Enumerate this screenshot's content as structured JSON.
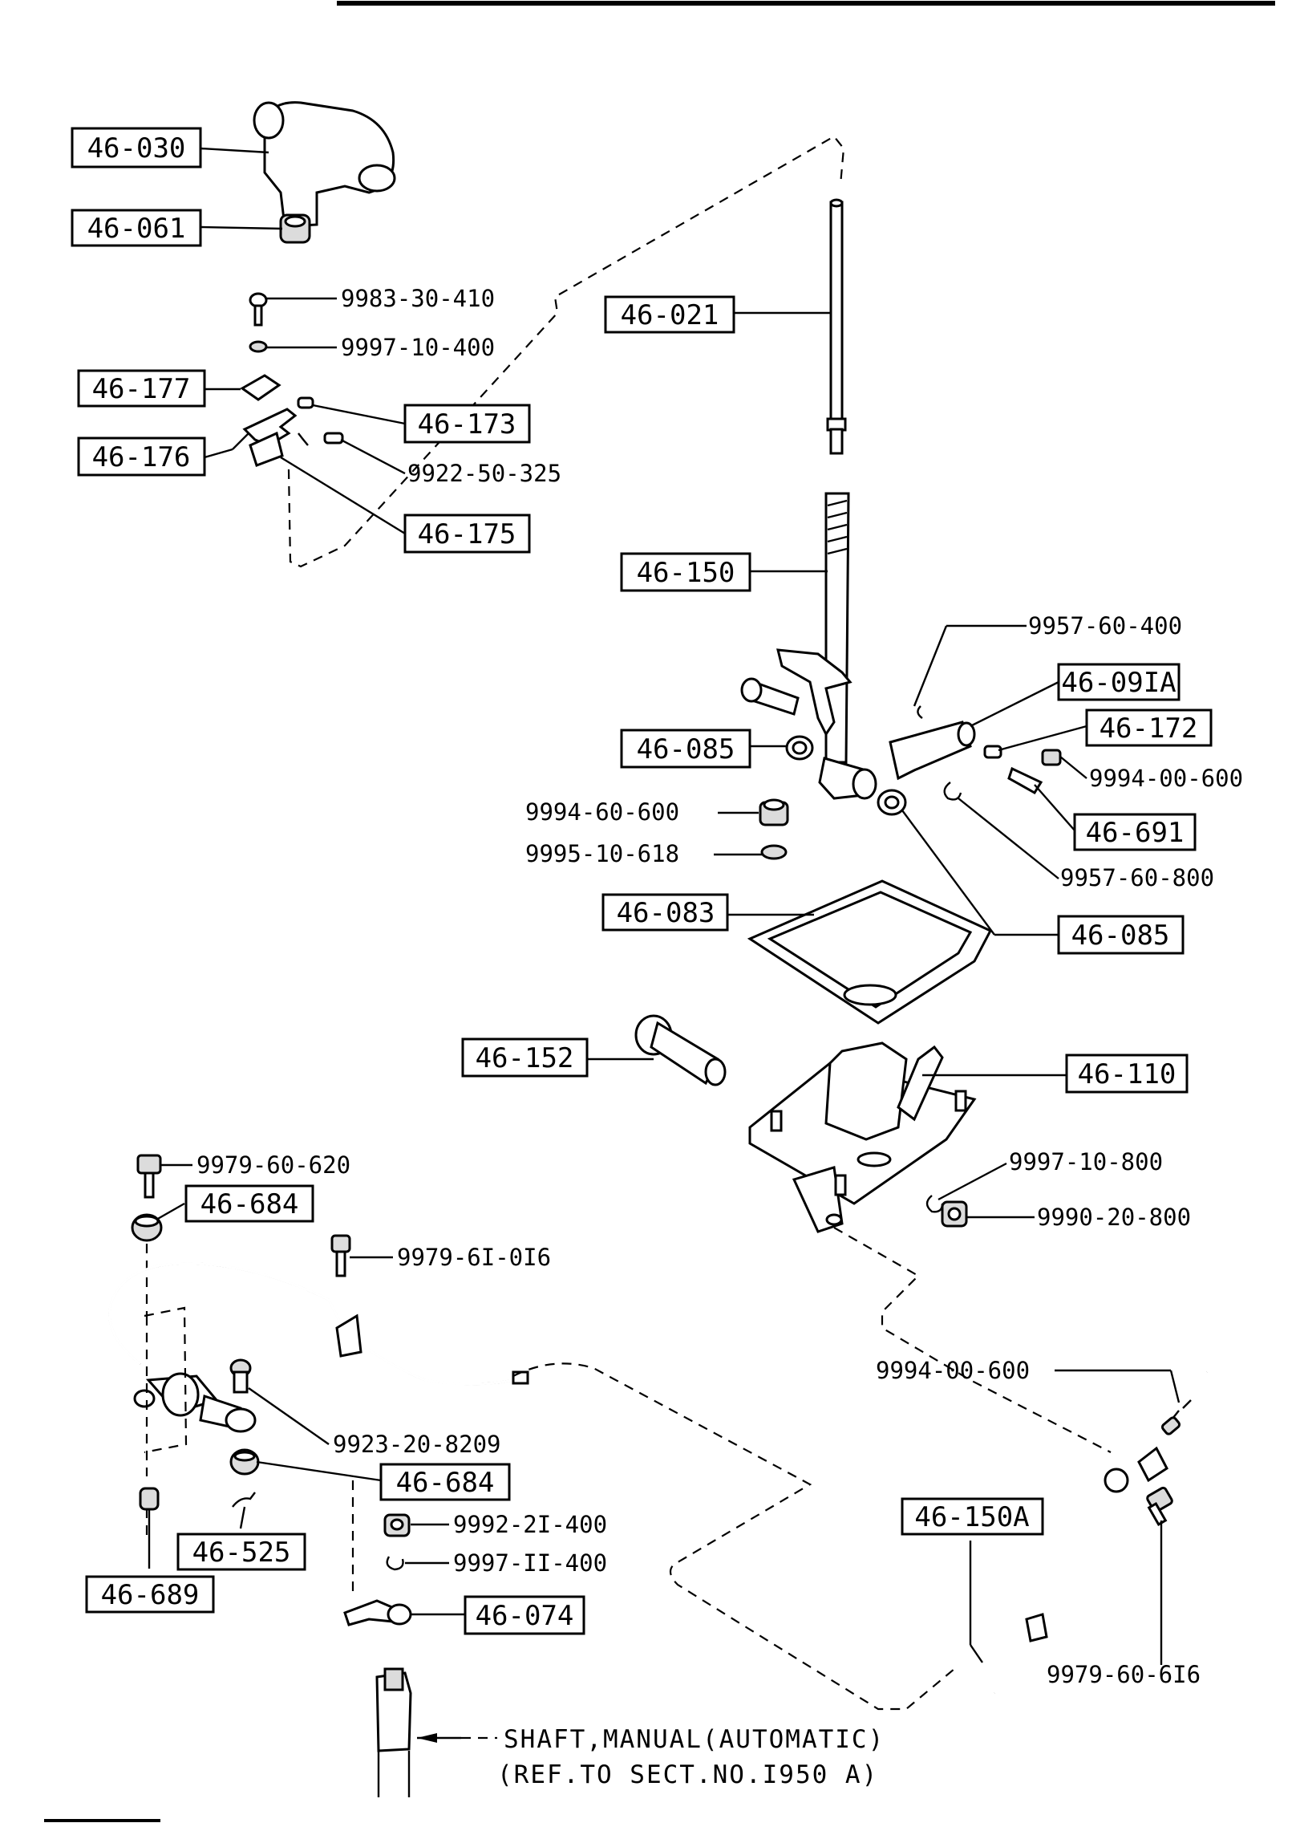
{
  "labels": {
    "l_46030": "46-030",
    "l_46061": "46-061",
    "l_46177": "46-177",
    "l_46176": "46-176",
    "l_46173": "46-173",
    "l_46175": "46-175",
    "l_46021": "46-021",
    "l_46150": "46-150",
    "l_46091a": "46-09IA",
    "l_46172": "46-172",
    "l_46085a": "46-085",
    "l_46691": "46-691",
    "l_46083": "46-083",
    "l_46085b": "46-085",
    "l_46152": "46-152",
    "l_46110": "46-110",
    "l_46684a": "46-684",
    "l_46684b": "46-684",
    "l_46525": "46-525",
    "l_46689": "46-689",
    "l_46074": "46-074",
    "l_46150a": "46-150A"
  },
  "numbers": {
    "n_9983_30_410": "9983-30-410",
    "n_9997_10_400": "9997-10-400",
    "n_9922_50_325": "9922-50-325",
    "n_9957_60_400": "9957-60-400",
    "n_9994_00_600a": "9994-00-600",
    "n_9994_60_600": "9994-60-600",
    "n_9995_10_618": "9995-10-618",
    "n_9957_60_800": "9957-60-800",
    "n_9979_60_620": "9979-60-620",
    "n_9997_10_800": "9997-10-800",
    "n_9990_20_800": "9990-20-800",
    "n_9979_61_016": "9979-6I-0I6",
    "n_9923_20_8209": "9923-20-8209",
    "n_9992_21_400": "9992-2I-400",
    "n_9997_11_400": "9997-II-400",
    "n_9994_00_600b": "9994-00-600",
    "n_9979_60_616": "9979-60-6I6"
  },
  "note": {
    "line1": "SHAFT,MANUAL(AUTOMATIC)",
    "line2": "(REF.TO SECT.NO.I950 A)"
  }
}
